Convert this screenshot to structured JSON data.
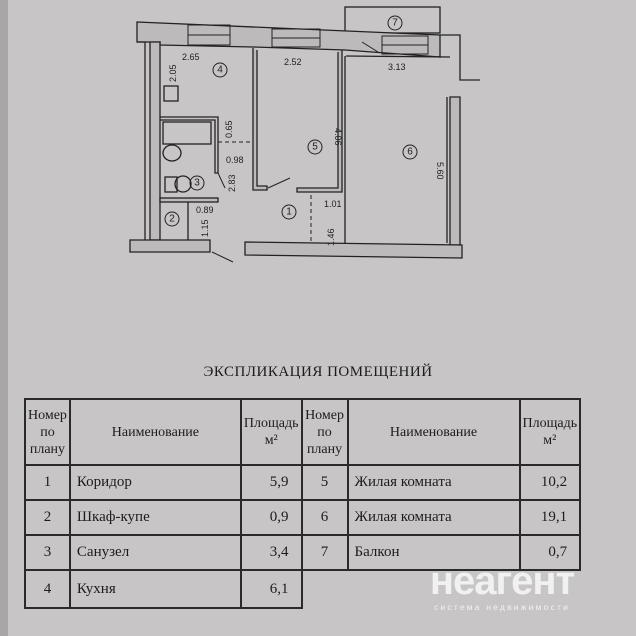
{
  "plan": {
    "rooms": [
      "1",
      "2",
      "3",
      "4",
      "5",
      "6",
      "7"
    ],
    "dimensions": {
      "kitchen_width": "2.65",
      "kitchen_depth": "2.05",
      "room5_width": "2.52",
      "room5_depth": "4.06",
      "room6_width": "3.13",
      "room6_depth": "5.60",
      "bath_gap": "0.65",
      "corridor_width": "0.98",
      "bath_depth": "2.83",
      "closet_width": "0.89",
      "closet_depth": "1.15",
      "corridor_width2": "1.01",
      "corridor_depth": "1.46"
    }
  },
  "explication": {
    "title": "ЭКСПЛИКАЦИЯ ПОМЕЩЕНИЙ",
    "headers": {
      "number": "Номер по плану",
      "name": "Наименование",
      "area": "Площадь",
      "unit": "м²"
    },
    "rows_left": [
      {
        "num": "1",
        "name": "Коридор",
        "area": "5,9"
      },
      {
        "num": "2",
        "name": "Шкаф-купе",
        "area": "0,9"
      },
      {
        "num": "3",
        "name": "Санузел",
        "area": "3,4"
      },
      {
        "num": "4",
        "name": "Кухня",
        "area": "6,1"
      }
    ],
    "rows_right": [
      {
        "num": "5",
        "name": "Жилая комната",
        "area": "10,2"
      },
      {
        "num": "6",
        "name": "Жилая комната",
        "area": "19,1"
      },
      {
        "num": "7",
        "name": "Балкон",
        "area": "0,7"
      }
    ]
  },
  "watermark": {
    "brand": "неагент",
    "tagline": "система недвижимости"
  }
}
